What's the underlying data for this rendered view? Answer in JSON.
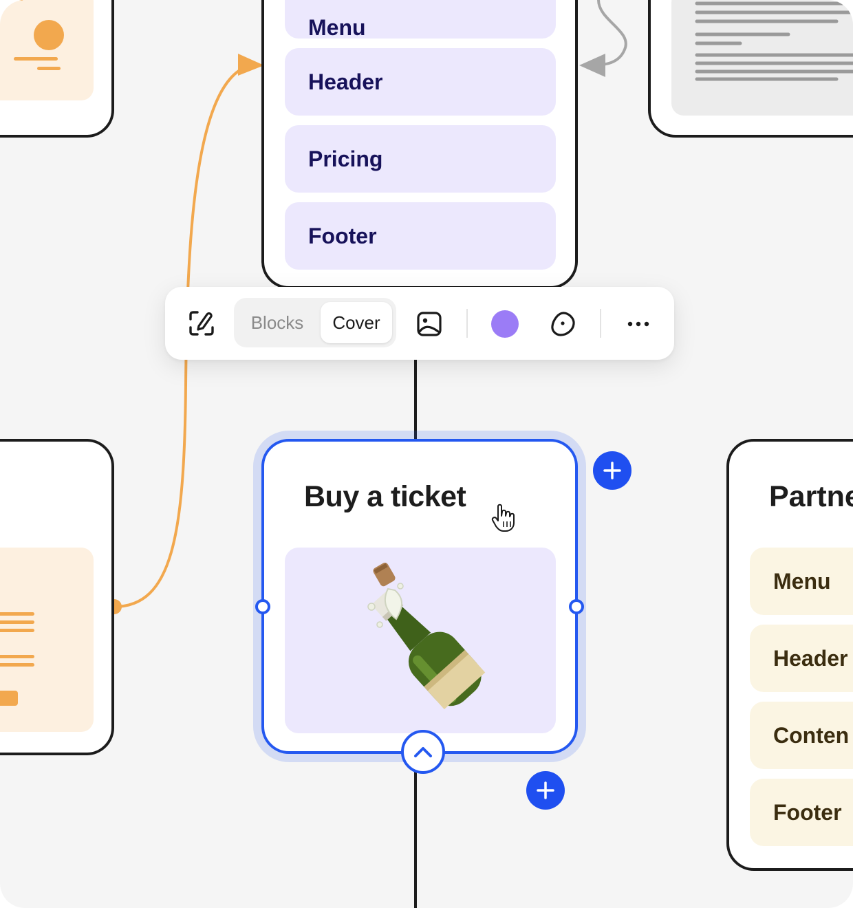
{
  "top_card": {
    "items": [
      "Menu",
      "Header",
      "Pricing",
      "Footer"
    ]
  },
  "toolbar": {
    "edit_icon": "edit-link-icon",
    "segment_blocks": "Blocks",
    "segment_cover": "Cover",
    "image_icon": "image-icon",
    "color_swatch": "#9b7cf6",
    "shape_icon": "shape-icon",
    "more_icon": "more-icon"
  },
  "selected_card": {
    "title": "Buy a ticket",
    "image_icon": "champagne-bottle-icon",
    "border_color": "#2458f0"
  },
  "right_card": {
    "title": "Partne",
    "items": [
      "Menu",
      "Header",
      "Conten",
      "Footer"
    ]
  },
  "colors": {
    "accent_blue": "#1f4ff0",
    "orange_connector": "#f2a84e",
    "purple_pill": "#ece8fd",
    "cream_pill": "#fbf5e3"
  }
}
